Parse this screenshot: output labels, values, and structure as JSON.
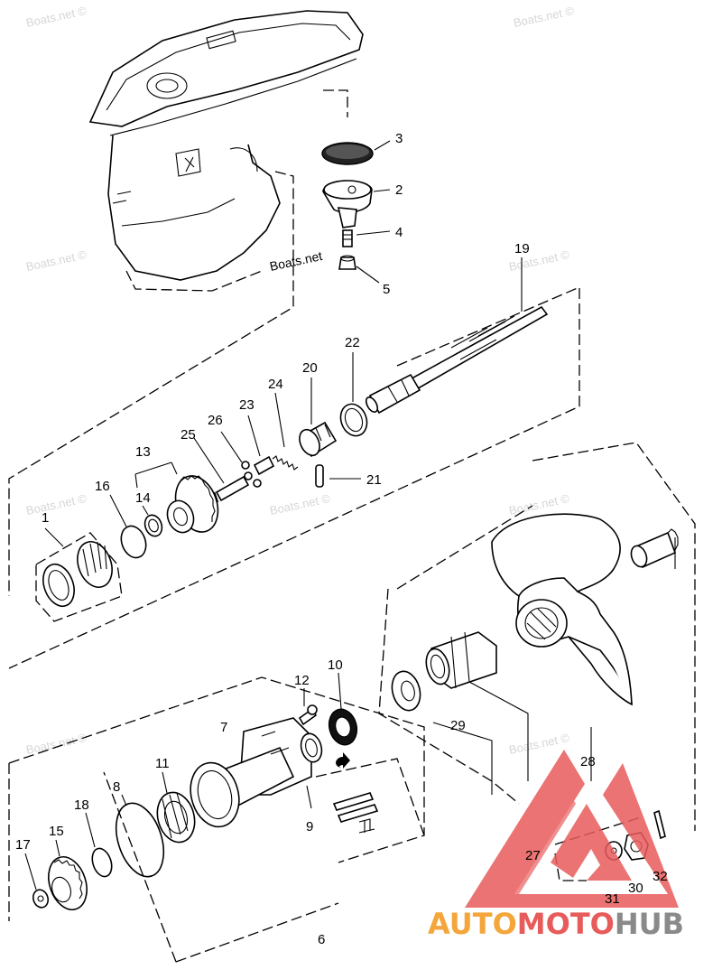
{
  "diagram": {
    "watermarks": {
      "faint": "Boats.net ©",
      "main": "Boats.net"
    },
    "labels": {
      "l1": "1",
      "l2": "2",
      "l3": "3",
      "l4": "4",
      "l5": "5",
      "l6": "6",
      "l7": "7",
      "l8": "8",
      "l9": "9",
      "l10": "10",
      "l11": "11",
      "l12": "12",
      "l13": "13",
      "l14": "14",
      "l15": "15",
      "l16": "16",
      "l17": "17",
      "l18": "18",
      "l19": "19",
      "l20": "20",
      "l21": "21",
      "l22": "22",
      "l23": "23",
      "l24": "24",
      "l25": "25",
      "l26": "26",
      "l27": "27",
      "l28": "28",
      "l29": "29",
      "l30": "30",
      "l31": "31",
      "l32": "32"
    },
    "logo": {
      "part1": "AUTO",
      "part2": "MOTO",
      "part3": "HUB"
    },
    "colors": {
      "logo_red": "#e85b5b",
      "logo_orange": "#f4a63a",
      "logo_gray": "#8a8a8a",
      "watermark": "#d6d6d6"
    }
  }
}
